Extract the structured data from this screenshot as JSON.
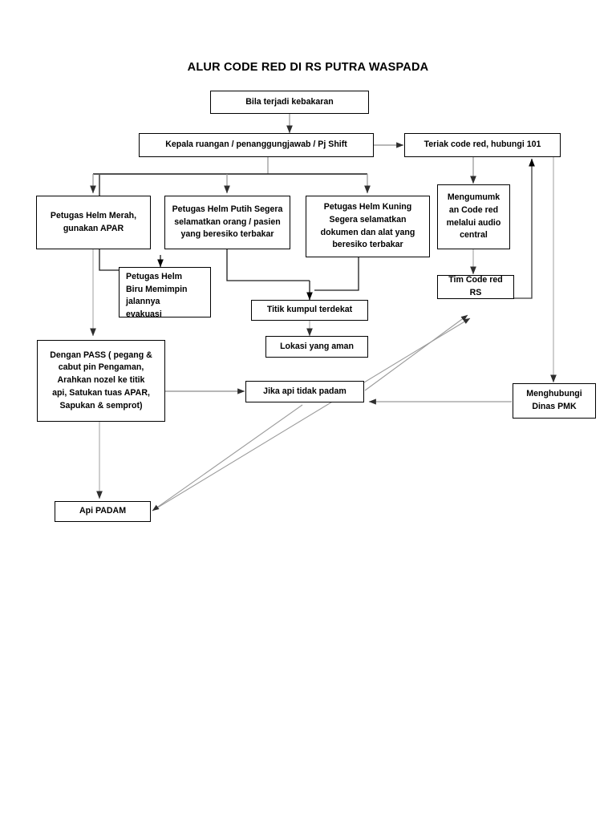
{
  "document": {
    "title": "ALUR CODE RED DI RS PUTRA WASPADA",
    "type": "flowchart",
    "page_background": "#ffffff",
    "line_color": "#000000",
    "box_border_color": "#000000",
    "text_color": "#000000"
  },
  "nodes": [
    {
      "id": "start",
      "label": "Bila terjadi kebakaran"
    },
    {
      "id": "kepala",
      "label": "Kepala ruangan / penanggungjawab / Pj Shift"
    },
    {
      "id": "teriak",
      "label": "Teriak code red, hubungi 101"
    },
    {
      "id": "helm_merah",
      "label": "Petugas Helm  Merah,\ngunakan APAR"
    },
    {
      "id": "helm_putih",
      "label": "Petugas Helm Putih Segera\nselamatkan orang / pasien\nyang beresiko terbakar"
    },
    {
      "id": "helm_kuning",
      "label": "Petugas Helm Kuning\nSegera selamatkan\ndokumen dan alat yang\nberesiko terbakar"
    },
    {
      "id": "mengumumkan",
      "label": "Mengumumk\nan Code red\nmelalui audio\ncentral"
    },
    {
      "id": "helm_biru",
      "label": "Petugas Helm\nBiru Memimpin\njalannya\nevakuasi"
    },
    {
      "id": "tim_code_red",
      "label": "Tim Code red\nRS"
    },
    {
      "id": "titik_kumpul",
      "label": "Titik kumpul terdekat"
    },
    {
      "id": "lokasi_aman",
      "label": "Lokasi yang aman"
    },
    {
      "id": "pass",
      "label": "Dengan PASS ( pegang &\ncabut pin Pengaman,\nArahkan nozel ke titik\napi, Satukan tuas APAR,\nSapukan & semprot)"
    },
    {
      "id": "jika_api",
      "label": "Jika api tidak padam"
    },
    {
      "id": "dinas_pmk",
      "label": "Menghubungi\nDinas PMK"
    },
    {
      "id": "api_padam",
      "label": "Api PADAM"
    }
  ]
}
